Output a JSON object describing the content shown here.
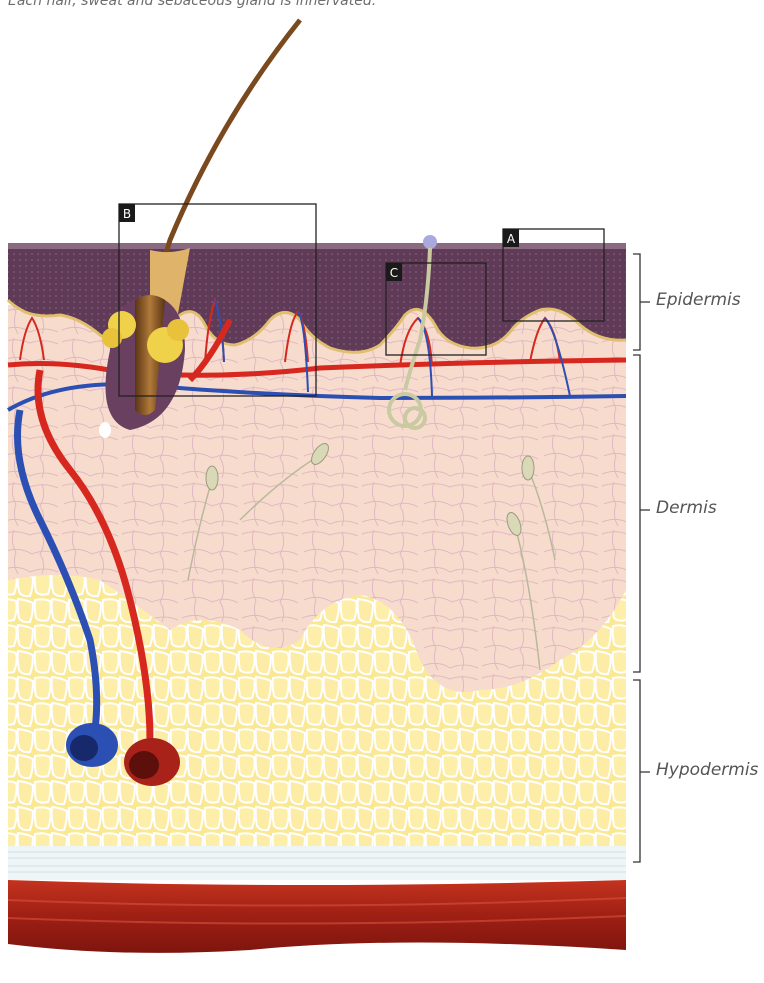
{
  "caption": "Each hair, sweat and sebaceous gland is innervated.",
  "box_labels": {
    "a": "A",
    "b": "B",
    "c": "C"
  },
  "layers": {
    "epidermis": "Epidermis",
    "dermis": "Dermis",
    "hypodermis": "Hypodermis"
  },
  "colors": {
    "epidermis": "#5e3a55",
    "dermis": "#f6ddd0",
    "hypodermis": "#fbe98e",
    "muscle": "#a8261a",
    "artery": "#d6281f",
    "vein": "#2b4fb2",
    "nerve": "#c9c9a2",
    "hair": "#7a4a1e"
  }
}
